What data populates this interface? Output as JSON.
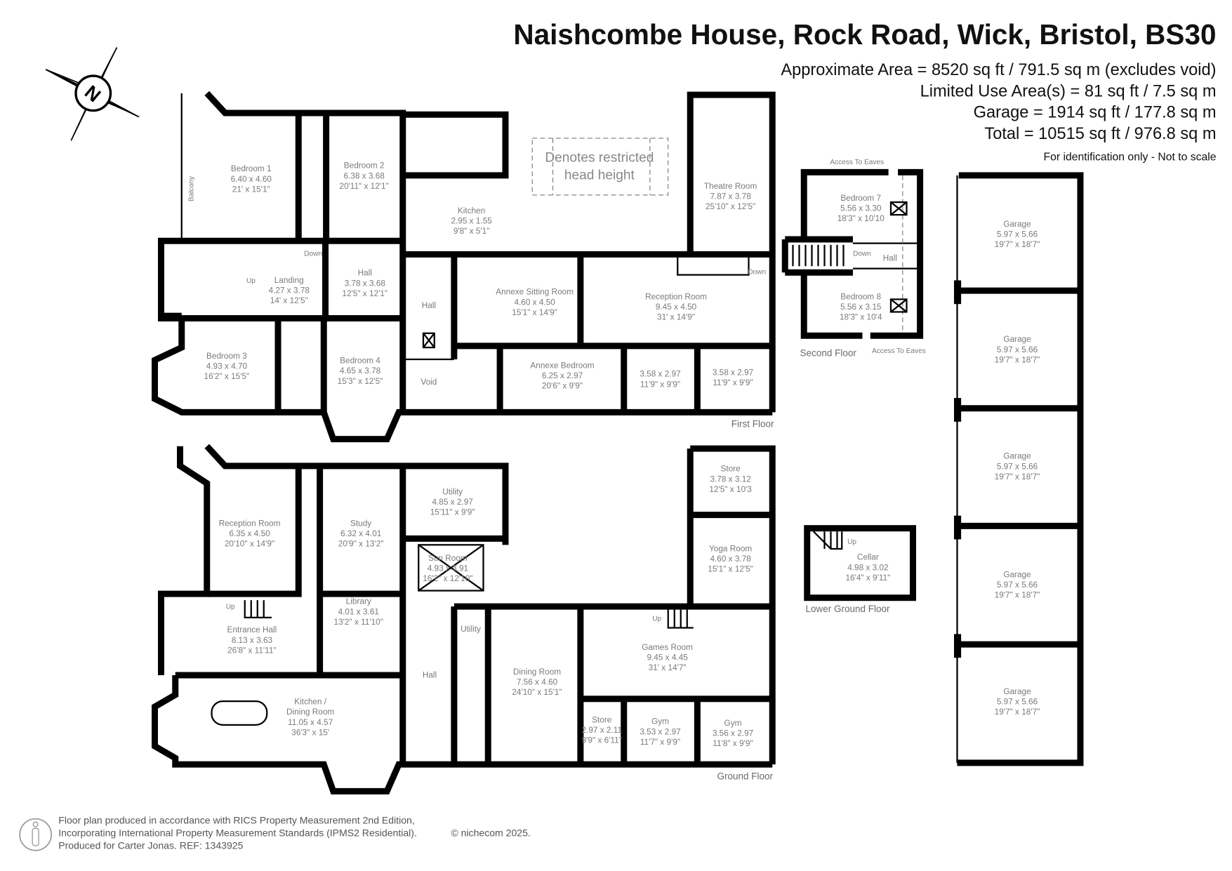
{
  "header": {
    "title": "Naishcombe House, Rock Road, Wick, Bristol, BS30",
    "areas": [
      "Approximate Area = 8520 sq ft / 791.5 sq m (excludes void)",
      "Limited Use Area(s) = 81 sq ft / 7.5 sq m",
      "Garage = 1914 sq ft / 177.8 sq m",
      "Total = 10515 sq ft / 976.8 sq m"
    ],
    "note": "For identification only - Not to scale"
  },
  "compass": {
    "label": "N",
    "icon": "north-compass-icon"
  },
  "restricted_label": [
    "Denotes restricted",
    "head height"
  ],
  "first_floor": {
    "label": "First Floor",
    "balcony": "Balcony",
    "stairs": [
      "Down",
      "Up",
      "Down"
    ],
    "rooms": [
      {
        "name": "Bedroom 1",
        "metric": "6.40 x 4.60",
        "imperial": "21' x 15'1\""
      },
      {
        "name": "Bedroom 2",
        "metric": "6.38 x 3.68",
        "imperial": "20'11\" x 12'1\""
      },
      {
        "name": "Kitchen",
        "metric": "2.95 x 1.55",
        "imperial": "9'8\" x 5'1\""
      },
      {
        "name": "Landing",
        "metric": "4.27 x 3.78",
        "imperial": "14' x 12'5\""
      },
      {
        "name": "Hall",
        "metric": "3.78 x 3.68",
        "imperial": "12'5\" x 12'1\""
      },
      {
        "name": "Hall"
      },
      {
        "name": "Annexe Sitting Room",
        "metric": "4.60 x 4.50",
        "imperial": "15'1\" x 14'9\""
      },
      {
        "name": "Reception Room",
        "metric": "9.45 x 4.50",
        "imperial": "31' x 14'9\""
      },
      {
        "name": "Theatre Room",
        "metric": "7.87 x 3.78",
        "imperial": "25'10\" x 12'5\""
      },
      {
        "name": "Bedroom 3",
        "metric": "4.93 x 4.70",
        "imperial": "16'2\" x 15'5\""
      },
      {
        "name": "Bedroom 4",
        "metric": "4.65 x 3.78",
        "imperial": "15'3\" x 12'5\""
      },
      {
        "name": "Void"
      },
      {
        "name": "Annexe Bedroom",
        "metric": "6.25 x 2.97",
        "imperial": "20'6\" x 9'9\""
      },
      {
        "metric": "3.58 x 2.97",
        "imperial": "11'9\" x 9'9\""
      },
      {
        "metric": "3.58 x 2.97",
        "imperial": "11'9\" x 9'9\""
      }
    ]
  },
  "second_floor": {
    "label": "Second Floor",
    "access_top": "Access To Eaves",
    "access_bottom": "Access To Eaves",
    "stairs": "Down",
    "rooms": [
      {
        "name": "Bedroom 7",
        "metric": "5.56 x 3.30",
        "imperial": "18'3\" x 10'10"
      },
      {
        "name": "Hall"
      },
      {
        "name": "Bedroom 8",
        "metric": "5.56 x 3.15",
        "imperial": "18'3\" x 10'4"
      }
    ]
  },
  "lower_ground_floor": {
    "label": "Lower Ground Floor",
    "stairs": "Up",
    "rooms": [
      {
        "name": "Cellar",
        "metric": "4.98 x 3.02",
        "imperial": "16'4\" x 9'11\""
      }
    ]
  },
  "garages": [
    {
      "name": "Garage",
      "metric": "5.97 x 5.66",
      "imperial": "19'7\" x 18'7\""
    },
    {
      "name": "Garage",
      "metric": "5.97 x 5.66",
      "imperial": "19'7\" x 18'7\""
    },
    {
      "name": "Garage",
      "metric": "5.97 x 5.66",
      "imperial": "19'7\" x 18'7\""
    },
    {
      "name": "Garage",
      "metric": "5.97 x 5.66",
      "imperial": "19'7\" x 18'7\""
    },
    {
      "name": "Garage",
      "metric": "5.97 x 5.66",
      "imperial": "19'7\" x 18'7\""
    }
  ],
  "ground_floor": {
    "label": "Ground Floor",
    "stairs": [
      "Up",
      "Up"
    ],
    "rooms": [
      {
        "name": "Reception Room",
        "metric": "6.35 x 4.50",
        "imperial": "20'10\" x 14'9\""
      },
      {
        "name": "Study",
        "metric": "6.32 x 4.01",
        "imperial": "20'9\" x 13'2\""
      },
      {
        "name": "Utility",
        "metric": "4.85 x 2.97",
        "imperial": "15'11\" x 9'9\""
      },
      {
        "name": "Sun Room",
        "metric": "4.93 x 3.91",
        "imperial": "16'2\" x 12'10\""
      },
      {
        "name": "Store",
        "metric": "3.78 x 3.12",
        "imperial": "12'5\" x 10'3"
      },
      {
        "name": "Yoga Room",
        "metric": "4.60 x 3.78",
        "imperial": "15'1\" x 12'5\""
      },
      {
        "name": "Entrance Hall",
        "metric": "8.13 x 3.63",
        "imperial": "26'8\" x 11'11\""
      },
      {
        "name": "Library",
        "metric": "4.01 x 3.61",
        "imperial": "13'2\" x 11'10\""
      },
      {
        "name": "Utility"
      },
      {
        "name": "Hall"
      },
      {
        "name": "Games Room",
        "metric": "9.45 x 4.45",
        "imperial": "31' x 14'7\""
      },
      {
        "name": "Dining Room",
        "metric": "7.56 x 4.60",
        "imperial": "24'10\" x 15'1\""
      },
      {
        "name": "Kitchen /",
        "name2": "Dining Room",
        "metric": "11.05 x 4.57",
        "imperial": "36'3\" x 15'"
      },
      {
        "name": "Store",
        "metric": "2.97 x 2.11",
        "imperial": "9'9\" x 6'11\""
      },
      {
        "name": "Gym",
        "metric": "3.53 x 2.97",
        "imperial": "11'7\" x 9'9\""
      },
      {
        "name": "Gym",
        "metric": "3.56 x 2.97",
        "imperial": "11'8\" x 9'9\""
      }
    ]
  },
  "footer": {
    "lines": [
      "Floor plan produced in accordance with RICS Property Measurement 2nd Edition,",
      "Incorporating International Property Measurement Standards (IPMS2 Residential).",
      "Produced for Carter Jonas.   REF: 1343925"
    ],
    "copyright": "© nichecom 2025."
  }
}
